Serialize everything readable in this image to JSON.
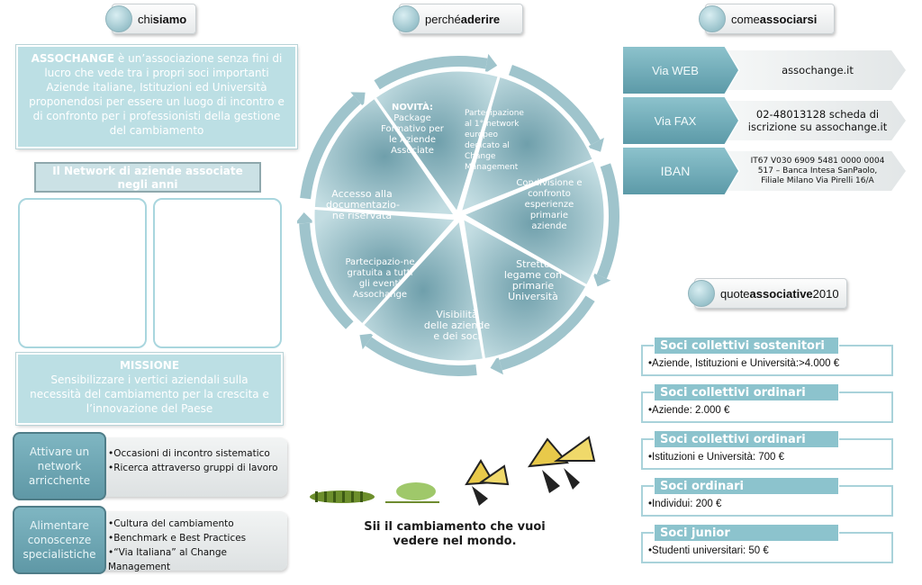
{
  "tabs": {
    "chi": {
      "prefix": "chi",
      "bold": "siamo"
    },
    "perche": {
      "prefix": "perché",
      "bold": "aderire"
    },
    "come": {
      "prefix": "come",
      "bold": "associarsi"
    },
    "quote": {
      "prefix": "quote",
      "bold": "associative",
      "suffix": "2010"
    }
  },
  "intro": {
    "brand": "ASSOCHANGE",
    "text": " è un’associazione senza fini di lucro che vede tra i propri soci importanti Aziende italiane, Istituzioni ed Università proponendosi per essere un luogo di incontro e di confronto per i professionisti della gestione del cambiamento"
  },
  "network_title": "Il Network di aziende associate negli anni",
  "missione": {
    "title": "MISSIONE",
    "text": "Sensibilizzare i vertici aziendali sulla necessità del cambiamento per la crescita e l’innovazione del Paese"
  },
  "actions": [
    {
      "label": "Attivare un network arricchente",
      "items": [
        "Occasioni di incontro sistematico",
        "Ricerca attraverso gruppi di lavoro"
      ]
    },
    {
      "label": "Alimentare conoscenze specialistiche",
      "items": [
        "Cultura del cambiamento",
        "Benchmark e Best Practices",
        "“Via Italiana” al Change Management"
      ]
    }
  ],
  "cycle": {
    "segments": [
      {
        "head": "NOVITÀ:",
        "text": "Package Formativo per le Aziende Associate"
      },
      {
        "text": "Partecipazione al 1° network europeo dedicato al Change Management"
      },
      {
        "text": "Condivisione e confronto esperienze primarie aziende"
      },
      {
        "text": "Stretto legame con primarie Università"
      },
      {
        "text": "Visibilità delle aziende e dei soci"
      },
      {
        "text": "Partecipazio-ne gratuita a tutti gli eventi Assochange"
      },
      {
        "text": "Accesso alla documentazio-ne riservata"
      }
    ],
    "colors": {
      "dark": "#6f9fab",
      "light": "#c3dde2"
    }
  },
  "slogan": {
    "line1": "Sii il cambiamento che vuoi",
    "line2": "vedere nel mondo."
  },
  "payment": [
    {
      "label": "Via WEB",
      "value": "assochange.it"
    },
    {
      "label": "Via FAX",
      "value": "02-48013128 scheda di iscrizione  su assochange.it"
    },
    {
      "label": "IBAN",
      "value": "IT67 V030 6909 5481 0000 0004 517 – Banca Intesa SanPaolo, Filiale Milano Via Pirelli 16/A"
    }
  ],
  "quotes": [
    {
      "title": "Soci collettivi sostenitori",
      "text": "•Aziende, Istituzioni e Università:>4.000 €"
    },
    {
      "title": "Soci collettivi ordinari",
      "text": "•Aziende: 2.000 €"
    },
    {
      "title": "Soci collettivi ordinari",
      "text": "•Istituzioni e Università: 700 €"
    },
    {
      "title": "Soci ordinari",
      "text": "•Individui: 200 €"
    },
    {
      "title": "Soci junior",
      "text": "•Studenti universitari: 50 €"
    }
  ]
}
